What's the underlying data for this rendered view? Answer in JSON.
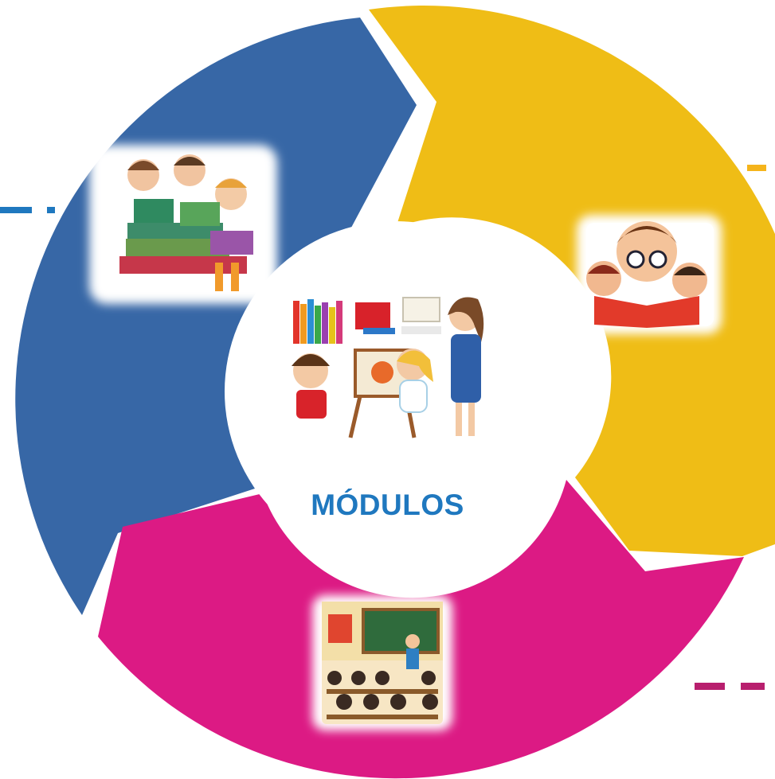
{
  "diagram": {
    "center_label": "MÓDULOS",
    "colors": {
      "blue": "#3767a6",
      "yellow": "#efbd16",
      "magenta": "#dc1a84",
      "label": "#1f78bf",
      "dash_blue": "#1f78bf",
      "dash_yellow": "#f5b41b",
      "dash_magenta": "#b81f6e"
    },
    "segments": [
      {
        "name": "blue-arrow",
        "color_key": "blue",
        "illustration": "children-reading-books-illustration"
      },
      {
        "name": "yellow-arrow",
        "color_key": "yellow",
        "illustration": "parent-reading-with-kids-illustration"
      },
      {
        "name": "magenta-arrow",
        "color_key": "magenta",
        "illustration": "classroom-teacher-illustration"
      }
    ],
    "center_illustration": "books-teacher-children-illustration"
  }
}
